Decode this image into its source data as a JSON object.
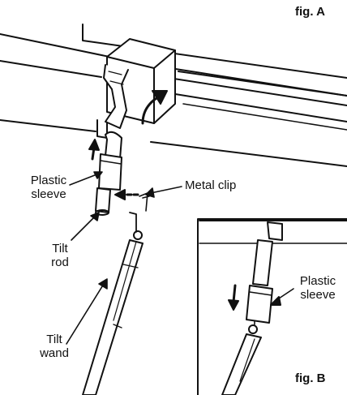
{
  "figure_a": {
    "caption": "fig. A",
    "labels": {
      "plastic_sleeve": "Plastic\nsleeve",
      "metal_clip": "Metal clip",
      "tilt_rod": "Tilt\nrod",
      "tilt_wand": "Tilt\nwand"
    }
  },
  "figure_b": {
    "caption": "fig. B",
    "labels": {
      "plastic_sleeve": "Plastic\nsleeve"
    }
  },
  "colors": {
    "line": "#111111",
    "background": "#ffffff",
    "shade": "#cfcfcf"
  }
}
